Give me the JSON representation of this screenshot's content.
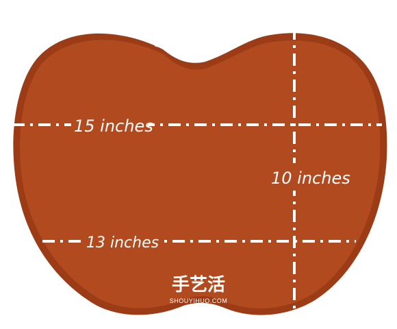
{
  "diagram": {
    "labels": {
      "width_top": "15 inches",
      "height": "10 inches",
      "width_bottom": "13 inches"
    },
    "watermark": {
      "chinese": "手艺活",
      "latin": "SHOUYIHUO.COM"
    },
    "colors": {
      "fill": "#b14a1e",
      "edge": "#9b3c16",
      "lines": "#ffffff"
    }
  }
}
